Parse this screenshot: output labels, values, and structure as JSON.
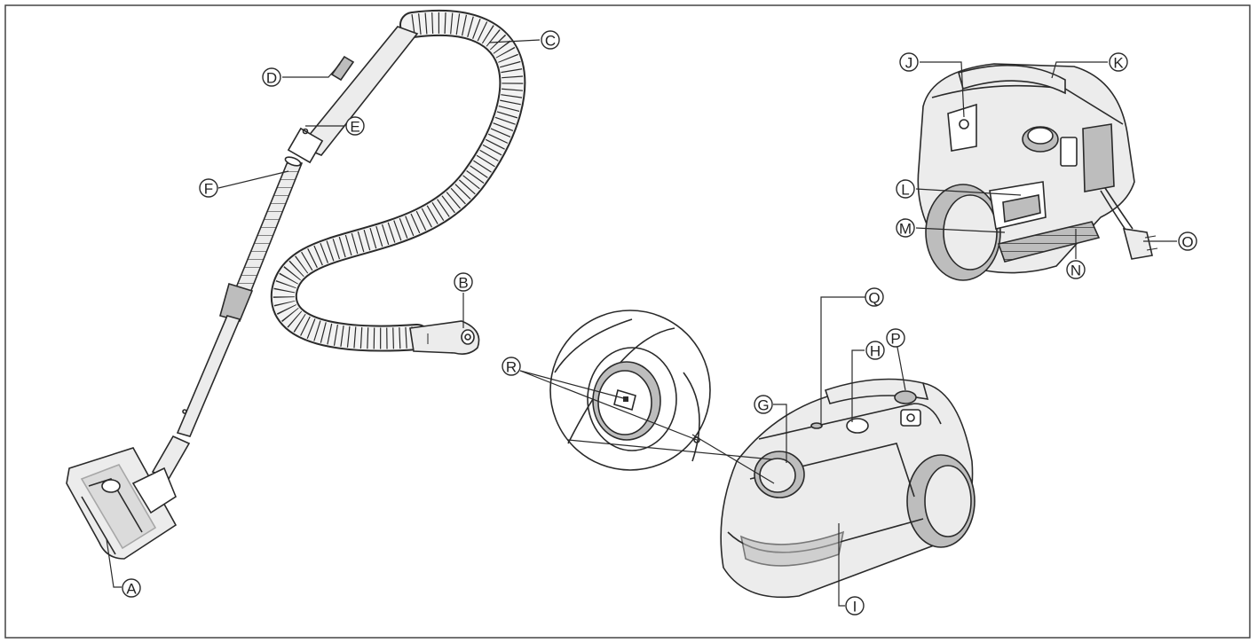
{
  "diagram": {
    "labels": {
      "A": "A",
      "B": "B",
      "C": "C",
      "D": "D",
      "E": "E",
      "F": "F",
      "G": "G",
      "H": "H",
      "I": "I",
      "J": "J",
      "K": "K",
      "L": "L",
      "M": "M",
      "N": "N",
      "O": "O",
      "P": "P",
      "Q": "Q",
      "R": "R"
    }
  }
}
